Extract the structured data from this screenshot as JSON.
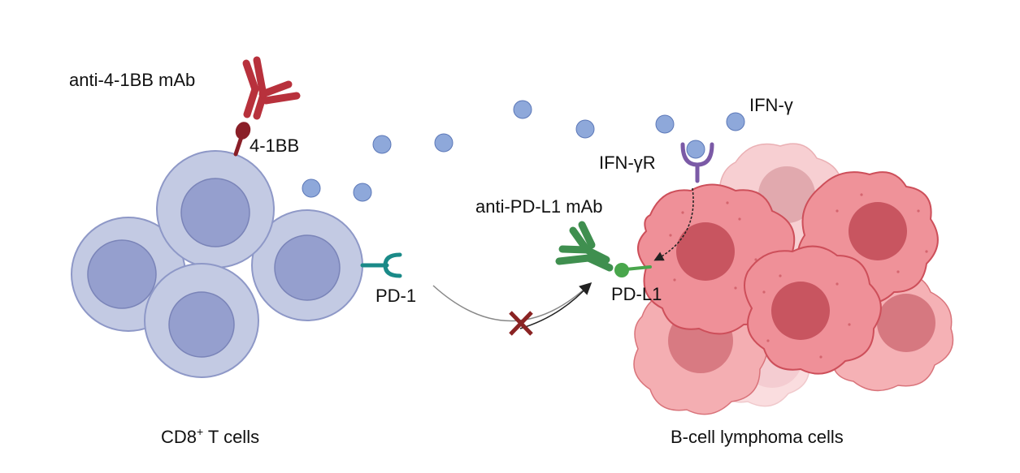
{
  "labels": {
    "anti_41bb": "anti-4-1BB mAb",
    "receptor_41bb": "4-1BB",
    "ifn_gamma": "IFN-γ",
    "ifn_gamma_r": "IFN-γR",
    "anti_pdl1": "anti-PD-L1 mAb",
    "pd1": "PD-1",
    "pdl1": "PD-L1",
    "tcells_prefix": "CD8",
    "tcells_sup": "+",
    "tcells_suffix": " T cells",
    "lymphoma": "B-cell lymphoma cells"
  },
  "colors": {
    "t_cell_outer": "#c3cae3",
    "t_cell_border": "#8e98c7",
    "t_cell_nucleus": "#959fce",
    "t_cell_nucleus_border": "#7a84b8",
    "ifn_dot": "#8ea8da",
    "antibody_red": "#b8313c",
    "receptor_41bb": "#8a1f28",
    "pd1_teal": "#1a8a88",
    "antibody_green": "#3f8f4f",
    "pdl1_green": "#49a64c",
    "ifngr_purple": "#7b5aa6",
    "lymphoma_cell": "#f09aa0",
    "lymphoma_border": "#d05a63",
    "lymphoma_nucleus": "#d1606a",
    "block_x": "#8a2323"
  }
}
